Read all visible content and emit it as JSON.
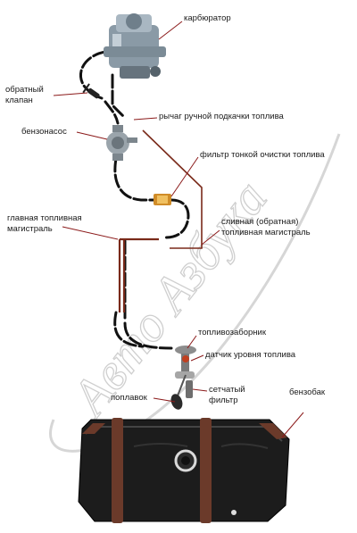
{
  "labels": {
    "carburetor": "карбюратор",
    "check_valve_1": "обратный",
    "check_valve_2": "клапан",
    "primer_lever": "рычаг ручной подкачки топлива",
    "fuel_pump": "бензонасос",
    "fine_filter": "фильтр тонкой очистки топлива",
    "main_line_1": "главная топливная",
    "main_line_2": "магистраль",
    "return_line_1": "сливная (обратная)",
    "return_line_2": "топливная магистраль",
    "fuel_intake": "топливозаборник",
    "level_sensor": "датчик уровня топлива",
    "float": "поплавок",
    "mesh_filter_1": "сетчатый",
    "mesh_filter_2": "фильтр",
    "tank": "бензобак"
  },
  "watermark": "Авто Азбука",
  "colors": {
    "leader_line": "#8b1a1a",
    "hose": "#111111",
    "tank": "#1c1c1c",
    "tank_strap": "#6b3a2a",
    "return_line": "#7a2a1a"
  }
}
